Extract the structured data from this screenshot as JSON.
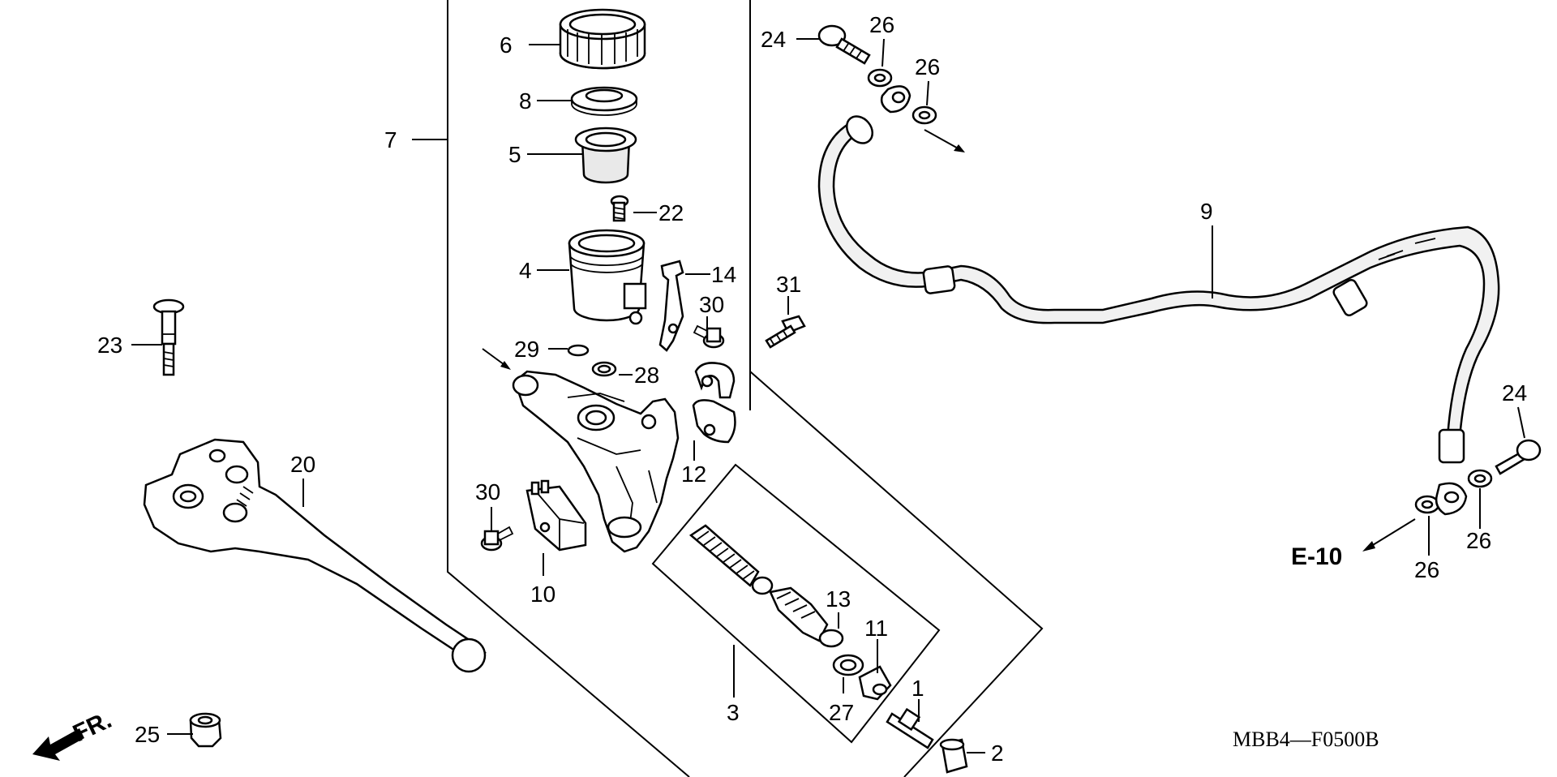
{
  "diagram": {
    "parts": {
      "p1": "1",
      "p2": "2",
      "p3": "3",
      "p4": "4",
      "p5": "5",
      "p6": "6",
      "p7": "7",
      "p8": "8",
      "p9": "9",
      "p10": "10",
      "p11": "11",
      "p12": "12",
      "p13": "13",
      "p14": "14",
      "p20": "20",
      "p22": "22",
      "p23": "23",
      "p24": "24",
      "p25": "25",
      "p26": "26",
      "p27": "27",
      "p28": "28",
      "p29": "29",
      "p30": "30",
      "p31": "31"
    },
    "ref_section": "E-10",
    "front_marker": "FR.",
    "diagram_code": "MBB4—F0500B"
  }
}
